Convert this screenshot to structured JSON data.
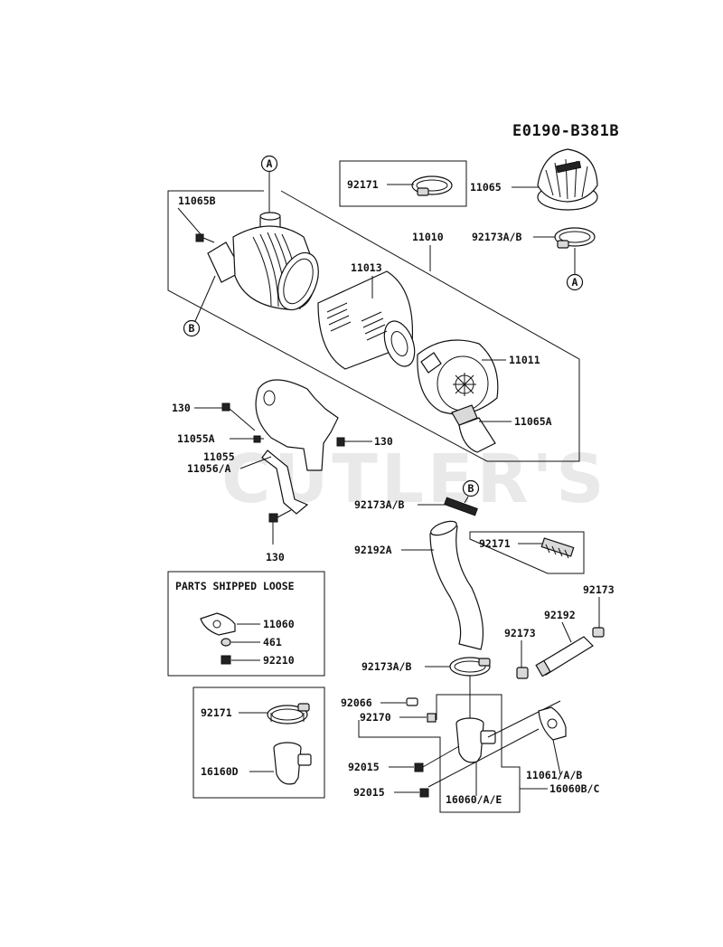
{
  "diagram_code": "E0190-B381B",
  "watermark": "CUTLER'S",
  "box_title": "PARTS SHIPPED LOOSE",
  "callouts": [
    "A",
    "B"
  ],
  "labels": {
    "p92171_top": "92171",
    "p11065": "11065",
    "p11065B": "11065B",
    "p11010": "11010",
    "p92173AB_top": "92173A/B",
    "p11013": "11013",
    "p11011": "11011",
    "p11065A": "11065A",
    "p130_top": "130",
    "p11055A": "11055A",
    "p130_mid": "130",
    "p11055": "11055",
    "p11056A": "11056/A",
    "p130_bot": "130",
    "p92173AB_mid": "92173A/B",
    "p92192A": "92192A",
    "p92171_mid": "92171",
    "p92173_right": "92173",
    "p92192": "92192",
    "p92173_mid": "92173",
    "p11060": "11060",
    "p461": "461",
    "p92210": "92210",
    "p92173AB_low": "92173A/B",
    "p92066": "92066",
    "p92170": "92170",
    "p92171_low": "92171",
    "p16160D": "16160D",
    "p92015_a": "92015",
    "p92015_b": "92015",
    "p11061AB": "11061/A/B",
    "p16060AE": "16060/A/E",
    "p16060BC": "16060B/C"
  }
}
